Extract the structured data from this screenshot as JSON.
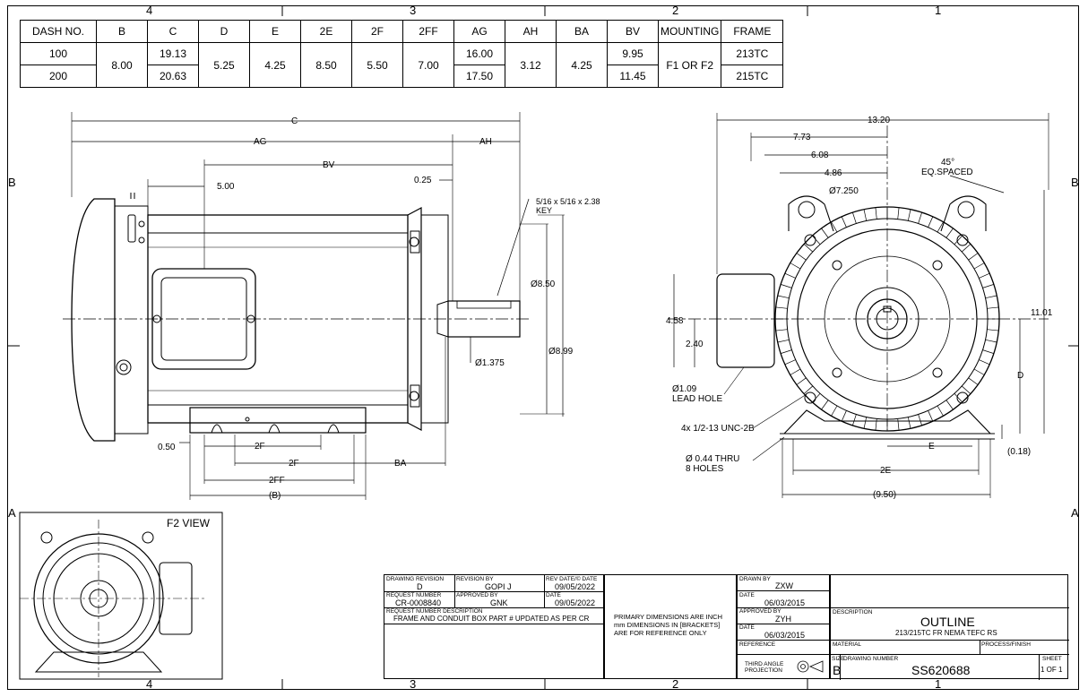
{
  "zones": {
    "top": [
      "4",
      "3",
      "2",
      "1"
    ],
    "bottom": [
      "4",
      "3",
      "2",
      "1"
    ],
    "left": [
      "B",
      "A"
    ],
    "right": [
      "B",
      "A"
    ]
  },
  "dim_table": {
    "headers": [
      "DASH NO.",
      "B",
      "C",
      "D",
      "E",
      "2E",
      "2F",
      "2FF",
      "AG",
      "AH",
      "BA",
      "BV",
      "MOUNTING",
      "FRAME"
    ],
    "dash": [
      "100",
      "200"
    ],
    "B": "8.00",
    "C": [
      "19.13",
      "20.63"
    ],
    "D": "5.25",
    "E": "4.25",
    "2E": "8.50",
    "2F": "5.50",
    "2FF": "7.00",
    "AG": [
      "16.00",
      "17.50"
    ],
    "AH": "3.12",
    "BA": "4.25",
    "BV": [
      "9.95",
      "11.45"
    ],
    "MOUNTING": "F1 OR F2",
    "FRAME": [
      "213TC",
      "215TC"
    ]
  },
  "side_view": {
    "C": "C",
    "AG": "AG",
    "AH": "AH",
    "BV": "BV",
    "d500": "5.00",
    "d025": "0.25",
    "key": "5/16 x 5/16 x 2.38",
    "key2": "KEY",
    "d850": "Ø8.50",
    "d899": "Ø8.99",
    "d1375": "Ø1.375",
    "d050": "0.50",
    "f2a": "2F",
    "f2b": "2F",
    "ba": "BA",
    "ff2": "2FF",
    "b": "(B)"
  },
  "end_view": {
    "d1320": "13.20",
    "d773": "7.73",
    "d608": "6.08",
    "d486": "4.86",
    "d7250": "Ø7.250",
    "deg": "45°",
    "eq": "EQ.SPACED",
    "d1101": "11.01",
    "d458": "4.58",
    "d240": "2.40",
    "lead1": "Ø1.09",
    "lead2": "LEAD HOLE",
    "unc": "4x 1/2-13 UNC-2B",
    "thru1": "Ø 0.44 THRU",
    "thru2": "8 HOLES",
    "D": "D",
    "d018": "(0.18)",
    "E": "E",
    "E2": "2E",
    "d950": "(9.50)"
  },
  "f2_view": {
    "label": "F2 VIEW"
  },
  "title_block": {
    "drawing_revision_lbl": "DRAWING REVISION",
    "drawing_revision": "D",
    "revision_by_lbl": "REVISION BY",
    "revision_by": "GOPI J",
    "rev_date_lbl": "REV DATE/© DATE",
    "rev_date": "09/05/2022",
    "request_number_lbl": "REQUEST NUMBER",
    "request_number": "CR-0008840",
    "approved_by_lbl": "APPROVED BY",
    "approved_by": "GNK",
    "date_lbl": "DATE",
    "date": "09/05/2022",
    "req_desc_lbl": "REQUEST NUMBER DESCRIPTION",
    "req_desc": "FRAME AND CONDUIT BOX PART # UPDATED AS PER CR",
    "primary_dims": "PRIMARY DIMENSIONS ARE INCH mm DIMENSIONS IN [BRACKETS] ARE FOR REFERENCE ONLY",
    "drawn_by_lbl": "DRAWN BY",
    "drawn_by": "ZXW",
    "date2_lbl": "DATE",
    "date2": "06/03/2015",
    "approved2_lbl": "APPROVED BY",
    "approved2": "ZYH",
    "date3_lbl": "DATE",
    "date3": "06/03/2015",
    "reference_lbl": "REFERENCE",
    "description_lbl": "DESCRIPTION",
    "description": "OUTLINE",
    "description2": "213/215TC FR NEMA TEFC RS",
    "material_lbl": "MATERIAL",
    "process_lbl": "PROCESS/FINISH",
    "third_angle": "THIRD ANGLE PROJECTION",
    "size_lbl": "SIZE",
    "size": "B",
    "drawing_number_lbl": "DRAWING NUMBER",
    "drawing_number": "SS620688",
    "sheet_lbl": "SHEET",
    "sheet": "1 OF 1"
  }
}
